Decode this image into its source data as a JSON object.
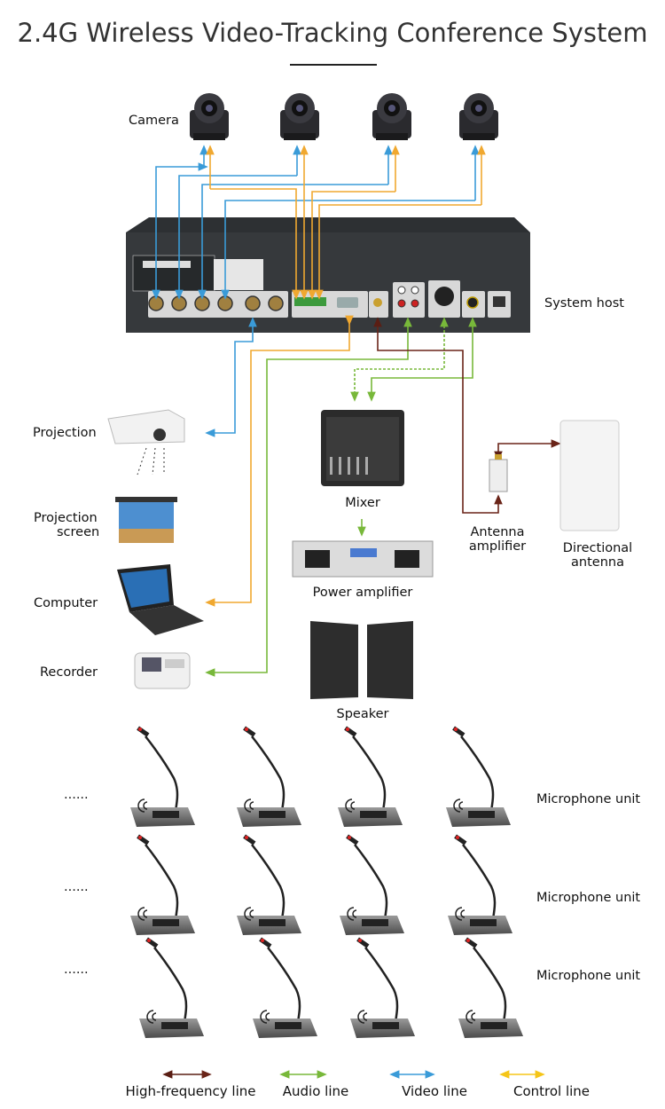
{
  "title": "2.4G Wireless Video-Tracking Conference System",
  "labels": {
    "camera": "Camera",
    "system_host": "System host",
    "projection": "Projection",
    "projection_screen_1": "Projection",
    "projection_screen_2": "screen",
    "computer": "Computer",
    "recorder": "Recorder",
    "mixer": "Mixer",
    "power_amplifier": "Power amplifier",
    "speaker": "Speaker",
    "antenna_amplifier_1": "Antenna",
    "antenna_amplifier_2": "amplifier",
    "directional_antenna_1": "Directional",
    "directional_antenna_2": "antenna",
    "microphone_rows": [
      "Microphone unit",
      "Microphone unit",
      "Microphone unit"
    ],
    "ellipsis": "......"
  },
  "legend": [
    {
      "label": "High-frequency line",
      "color": "#5a1e14"
    },
    {
      "label": "Audio line",
      "color": "#78b83a"
    },
    {
      "label": "Video line",
      "color": "#3a9bd8"
    },
    {
      "label": "Control line",
      "color": "#f5c518"
    }
  ],
  "colors": {
    "video": "#3a9bd8",
    "control": "#f0a830",
    "audio": "#78b83a",
    "high_frequency": "#6a2418"
  }
}
